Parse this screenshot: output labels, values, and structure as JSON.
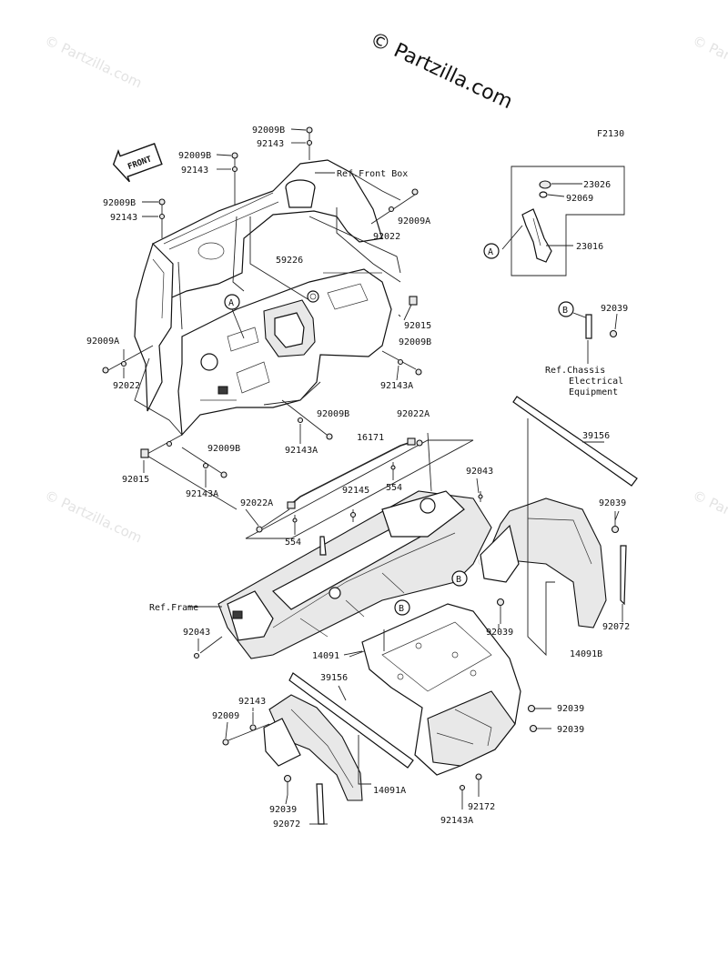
{
  "copyright": "© Partzilla.com",
  "watermark": "© Partzilla.com",
  "figure_code": "F2130",
  "front_arrow": "FRONT",
  "refs": {
    "front_box": "Ref.Front Box",
    "frame": "Ref.Frame",
    "chassis_line1": "Ref.Chassis",
    "chassis_line2": "Electrical",
    "chassis_line3": "Equipment"
  },
  "callouts": {
    "a": "A",
    "b": "B"
  },
  "parts": {
    "p92009B_1": "92009B",
    "p92143_1": "92143",
    "p92009B_2": "92009B",
    "p92143_2": "92143",
    "p92009B_3": "92009B",
    "p92143_3": "92143",
    "p92009A_1": "92009A",
    "p92022_1": "92022",
    "p59226": "59226",
    "p92015_1": "92015",
    "p92009B_4": "92009B",
    "p92143A_1": "92143A",
    "p92009A_2": "92009A",
    "p92022_2": "92022",
    "p92009B_5": "92009B",
    "p92143A_2": "92143A",
    "p92015_2": "92015",
    "p92009B_6": "92009B",
    "p92143A_3": "92143A",
    "p23026": "23026",
    "p92069": "92069",
    "p23016": "23016",
    "p92039_1": "92039",
    "p16171": "16171",
    "p92022A_1": "92022A",
    "p554_1": "554",
    "p92043_1": "92043",
    "p92145": "92145",
    "p92022A_2": "92022A",
    "p554_2": "554",
    "p39156_1": "39156",
    "p92039_2": "92039",
    "p92072_1": "92072",
    "p14091B": "14091B",
    "p92043_2": "92043",
    "p92039_3": "92039",
    "p14091": "14091",
    "p39156_2": "39156",
    "p92143_4": "92143",
    "p92009": "92009",
    "p92039_4": "92039",
    "p92039_5": "92039",
    "p14091A": "14091A",
    "p92039_6": "92039",
    "p92072_2": "92072",
    "p92172": "92172",
    "p92143A_4": "92143A"
  }
}
